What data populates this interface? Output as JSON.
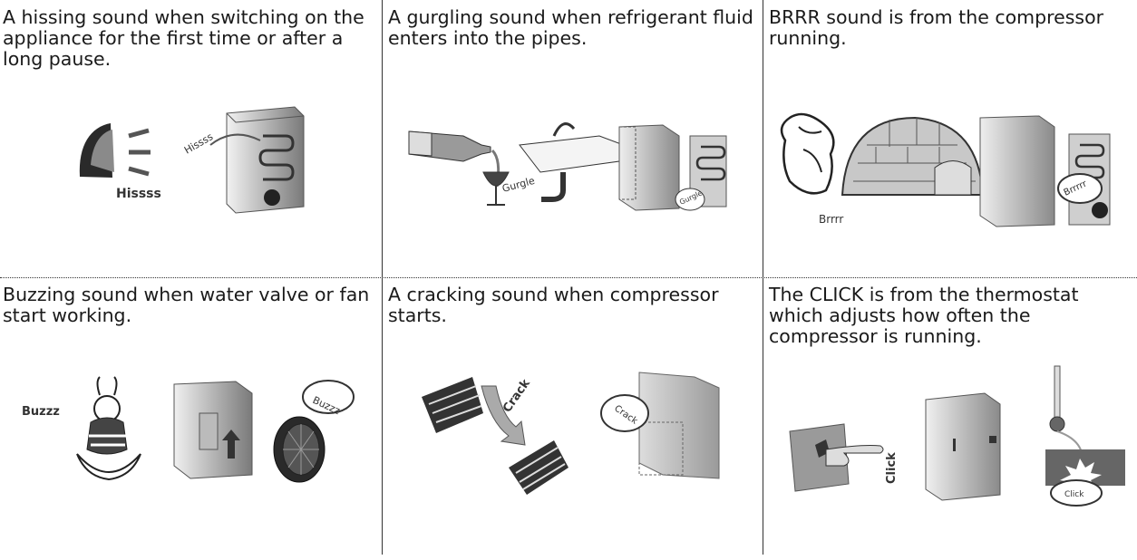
{
  "cells": [
    {
      "caption": "A hissing sound when switching on the appliance for the first time or after a long pause.",
      "labels": {
        "sound1": "Hissss",
        "sound2": "Hissss"
      }
    },
    {
      "caption": "A gurgling sound when refrigerant fluid enters into the pipes.",
      "labels": {
        "sound1": "Gurgle",
        "sound2": "Gurgle"
      }
    },
    {
      "caption": "BRRR sound is from the compressor running.",
      "labels": {
        "sound1": "Brrrr",
        "sound2": "Brrrrr"
      }
    },
    {
      "caption": "Buzzing sound when water valve or fan start working.",
      "labels": {
        "sound1": "Buzzz",
        "sound2": "Buzzz"
      }
    },
    {
      "caption": "A cracking sound when compressor starts.",
      "labels": {
        "sound1": "Crack",
        "sound2": "Crack"
      }
    },
    {
      "caption": "The CLICK is from the thermostat which adjusts how often the compressor is running.",
      "labels": {
        "sound1": "Click",
        "sound2": "Click"
      }
    }
  ]
}
